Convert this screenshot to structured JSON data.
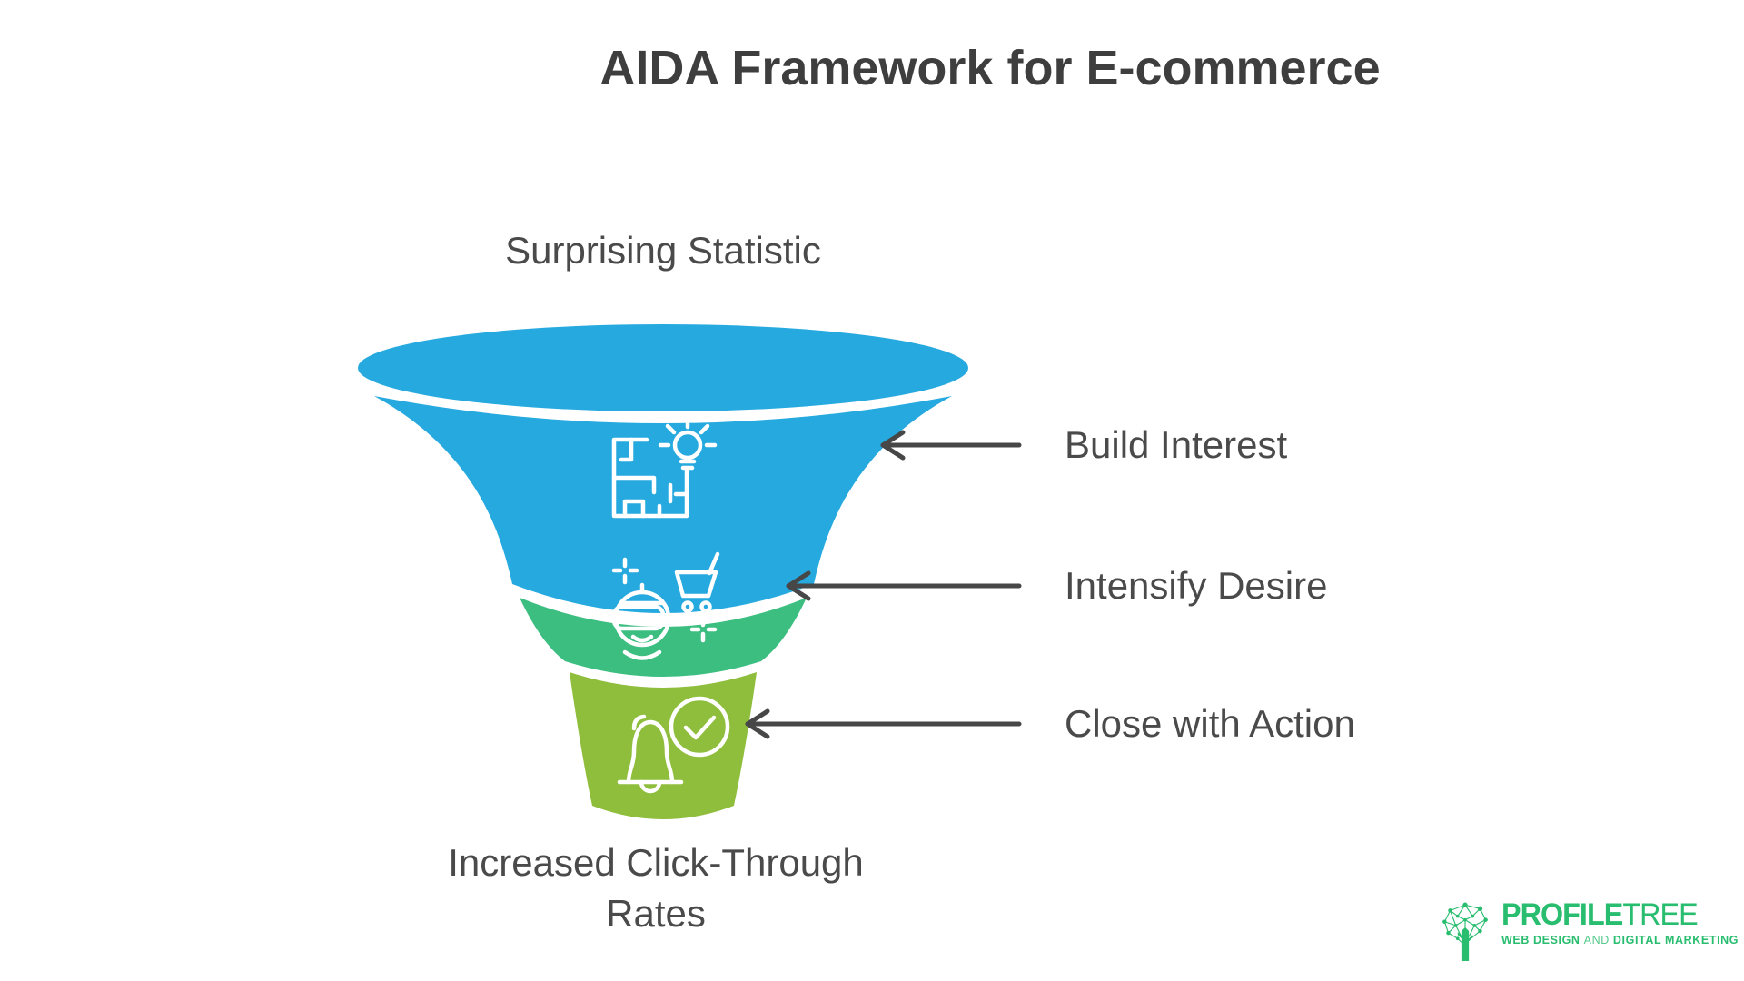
{
  "title": "AIDA Framework for E-commerce",
  "colors": {
    "title_text": "#3E3E3E",
    "body_text": "#4A4A4A",
    "icon_stroke": "#FFFFFF"
  },
  "funnel": {
    "top_label": "Surprising Statistic",
    "bottom_label": "Increased Click-Through Rates",
    "arrow_color": "#474747",
    "stages": [
      {
        "name": "interest",
        "color": "#25A9DF",
        "icon": "strategy-lightbulb-icon",
        "callout": "Build Interest"
      },
      {
        "name": "desire",
        "color": "#3CBE81",
        "icon": "vr-shopper-cart-icon",
        "callout": "Intensify Desire"
      },
      {
        "name": "action",
        "color": "#8FBD3C",
        "icon": "bell-check-icon",
        "callout": "Close with Action"
      }
    ]
  },
  "logo": {
    "color": "#29BD6F",
    "brand_bold": "PROFILE",
    "brand_light": "TREE",
    "tagline_bold_1": "WEB DESIGN",
    "tagline_light": "AND",
    "tagline_bold_2": "DIGITAL MARKETING"
  }
}
